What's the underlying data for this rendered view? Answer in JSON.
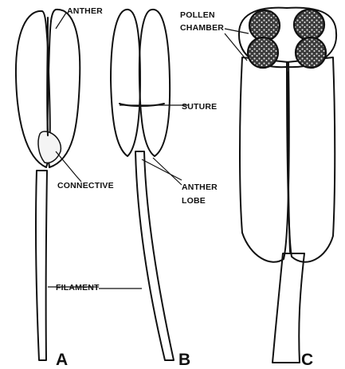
{
  "figure": {
    "labels": {
      "anther": "ANTHER",
      "connective": "CONNECTIVE",
      "filament": "FILAMENT",
      "suture": "SUTURE",
      "anther_lobe_line1": "ANTHER",
      "anther_lobe_line2": "LOBE",
      "pollen_line1": "POLLEN",
      "pollen_line2": "CHAMBER"
    },
    "panels": {
      "a": "A",
      "b": "B",
      "c": "C"
    }
  }
}
